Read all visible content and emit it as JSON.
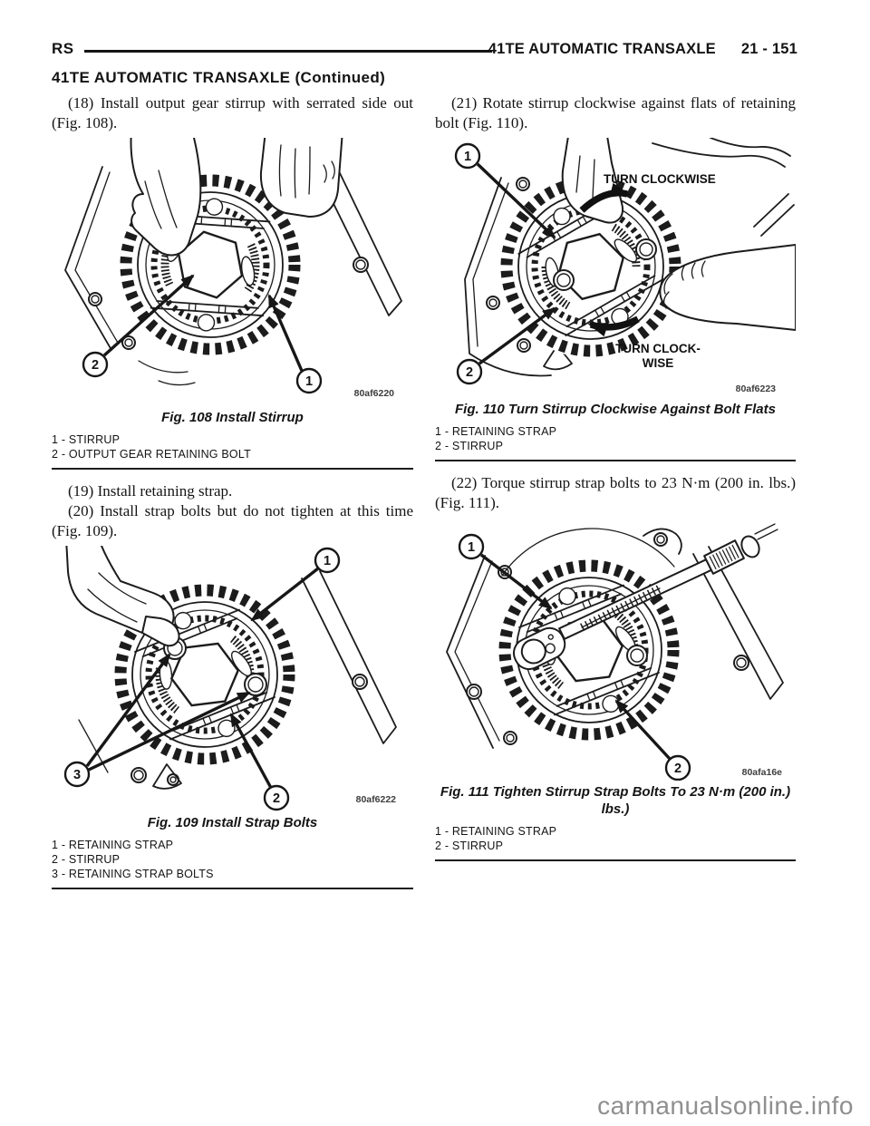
{
  "header": {
    "left_code": "RS",
    "section_title": "41TE AUTOMATIC TRANSAXLE",
    "page_number": "21 - 151",
    "continued_title": "41TE AUTOMATIC TRANSAXLE (Continued)"
  },
  "steps": {
    "step_18": "(18) Install output gear stirrup with serrated side out (Fig. 108).",
    "step_19": "(19) Install retaining strap.",
    "step_20": "(20) Install strap bolts but do not tighten at this time (Fig. 109).",
    "step_21": "(21) Rotate stirrup clockwise against flats of retaining bolt (Fig. 110).",
    "step_22": "(22) Torque stirrup strap bolts to 23 N·m (200 in. lbs.) (Fig. 111)."
  },
  "figures": {
    "fig108": {
      "caption": "Fig. 108 Install Stirrup",
      "image_code": "80af6220",
      "callouts": {
        "c1": "1",
        "c2": "2"
      },
      "legend": [
        "1 - STIRRUP",
        "2 - OUTPUT GEAR RETAINING BOLT"
      ]
    },
    "fig109": {
      "caption": "Fig. 109 Install Strap Bolts",
      "image_code": "80af6222",
      "callouts": {
        "c1": "1",
        "c2": "2",
        "c3": "3"
      },
      "legend": [
        "1 - RETAINING STRAP",
        "2 - STIRRUP",
        "3 - RETAINING STRAP BOLTS"
      ]
    },
    "fig110": {
      "caption": "Fig. 110 Turn Stirrup Clockwise Against Bolt Flats",
      "image_code": "80af6223",
      "callouts": {
        "c1": "1",
        "c2": "2"
      },
      "annotations": {
        "turn_top": "TURN CLOCKWISE",
        "turn_bottom_line1": "TURN CLOCK-",
        "turn_bottom_line2": "WISE"
      },
      "legend": [
        "1 - RETAINING STRAP",
        "2 - STIRRUP"
      ]
    },
    "fig111": {
      "caption": "Fig. 111 Tighten Stirrup Strap Bolts To 23 N·m (200 in.) lbs.)",
      "image_code": "80afa16e",
      "callouts": {
        "c1": "1",
        "c2": "2"
      },
      "legend": [
        "1 - RETAINING STRAP",
        "2 - STIRRUP"
      ]
    }
  },
  "watermark": "carmanualsonline.info",
  "colors": {
    "text": "#141414",
    "watermark_gray": "#8f8f8f",
    "background": "#ffffff"
  }
}
